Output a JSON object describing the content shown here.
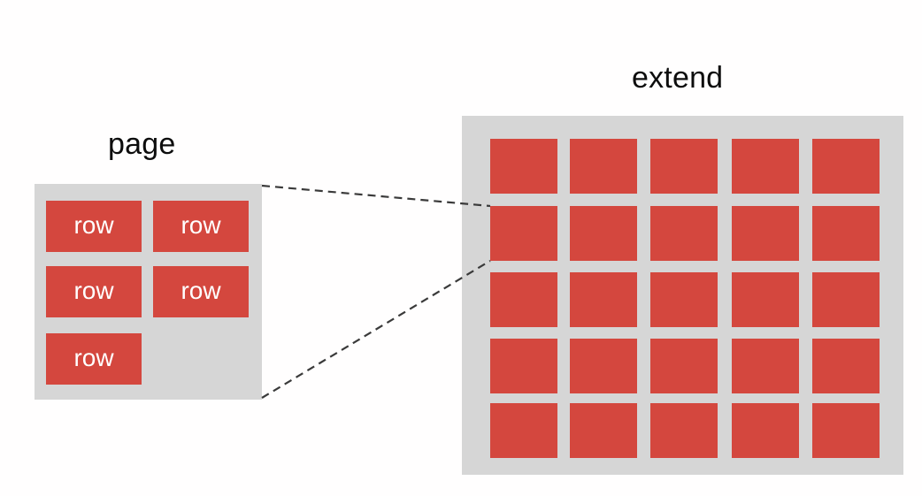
{
  "diagram": {
    "type": "zoom-callout-diagram",
    "background_color": "#ffffff",
    "accent_color": "#d4473e",
    "group_color": "#d6d6d6",
    "connector_color": "#3a3a3a",
    "label_color": "#0d0d0d"
  },
  "page_group": {
    "title": "page",
    "rows": [
      {
        "label": "row"
      },
      {
        "label": "row"
      },
      {
        "label": "row"
      },
      {
        "label": "row"
      },
      {
        "label": "row"
      }
    ],
    "row_count": 5,
    "columns": 2
  },
  "extend_group": {
    "title": "extend",
    "columns": 5,
    "rows": 5,
    "cell_count": 25,
    "cells": [
      {},
      {},
      {},
      {},
      {},
      {},
      {},
      {},
      {},
      {},
      {},
      {},
      {},
      {},
      {},
      {},
      {},
      {},
      {},
      {},
      {},
      {},
      {},
      {},
      {}
    ]
  },
  "connectors": [
    {
      "name": "callout-top",
      "style": "dashed",
      "from": "page-box-top-right",
      "to": "extend-highlight-cell-top-left"
    },
    {
      "name": "callout-bottom",
      "style": "dashed",
      "from": "page-box-bottom-right",
      "to": "extend-highlight-cell-bottom-left"
    }
  ]
}
